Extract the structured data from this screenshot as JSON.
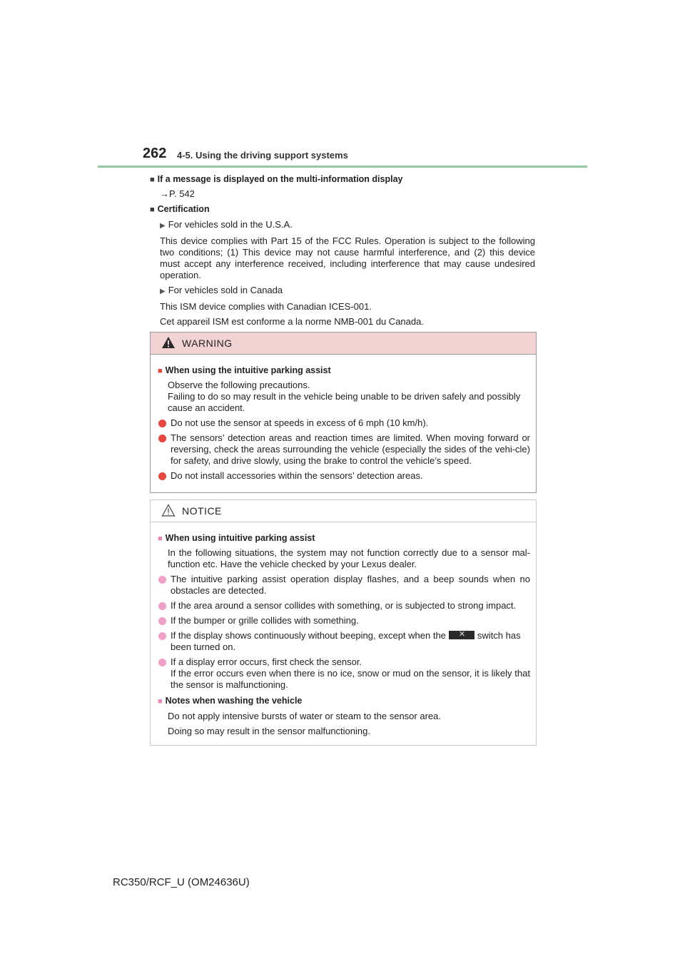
{
  "header": {
    "page_number": "262",
    "section": "4-5. Using the driving support systems"
  },
  "content": {
    "msg_heading": "If a message is displayed on the multi-information display",
    "msg_ref": "P. 542",
    "cert_heading": "Certification",
    "usa_label": "For vehicles sold in the U.S.A.",
    "usa_text": "This device complies with Part 15 of the FCC Rules. Operation is subject to the following two conditions; (1) This device may not cause harmful interference, and (2) this device must accept any interference received, including interference that may cause undesired operation.",
    "canada_label": "For vehicles sold in Canada",
    "canada_text1": "This ISM device complies with Canadian ICES-001.",
    "canada_text2": "Cet appareil ISM est conforme a la norme NMB-001 du Canada."
  },
  "warning": {
    "label": "WARNING",
    "heading": "When using the intuitive parking assist",
    "intro1": "Observe the following precautions.",
    "intro2": "Failing to do so may result in the vehicle being unable to be driven safely and possibly cause an accident.",
    "items": [
      "Do not use the sensor at speeds in excess of 6 mph (10 km/h).",
      "The sensors’ detection areas and reaction times are limited. When moving forward or reversing, check the areas surrounding the vehicle (especially the sides of the vehi-cle) for safety, and drive slowly, using the brake to control the vehicle’s speed.",
      "Do not install accessories within the sensors’ detection areas."
    ]
  },
  "notice": {
    "label": "NOTICE",
    "heading1": "When using intuitive parking assist",
    "intro": "In the following situations, the system may not function correctly due to a sensor mal-function etc. Have the vehicle checked by your Lexus dealer.",
    "items": [
      "The intuitive parking assist operation display flashes, and a beep sounds when no obstacles are detected.",
      "If the area around a sensor collides with something, or is subjected to strong impact.",
      "If the bumper or grille collides with something.",
      "If the display shows continuously without beeping, except when the",
      "switch has been turned on.",
      "If a display error occurs, first check the sensor.",
      "If the error occurs even when there is no ice, snow or mud on the sensor, it is likely that the sensor is malfunctioning."
    ],
    "heading2": "Notes when washing the vehicle",
    "wash1": "Do not apply intensive bursts of water or steam to the sensor area.",
    "wash2": "Doing so may result in the sensor malfunctioning."
  },
  "footer": {
    "model": "RC350/RCF_U (OM24636U)"
  },
  "colors": {
    "header_rule": "#93c8a0",
    "warning_header_bg": "#f2d3d3",
    "warning_bullet": "#e8463f",
    "notice_bullet": "#f0a0c8"
  }
}
